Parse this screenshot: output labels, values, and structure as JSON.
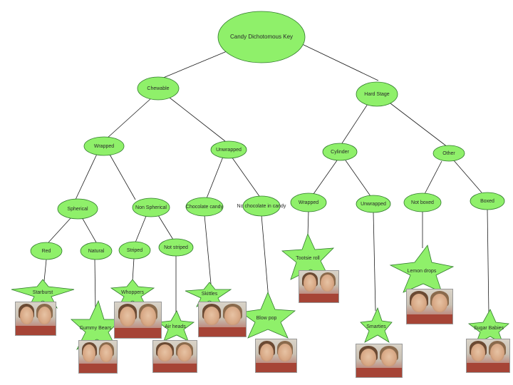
{
  "diagram": {
    "root": "Candy Dichotomous Key",
    "nodes": {
      "chewable": "Chewable",
      "hard_stage": "Hard Stage",
      "wrapped": "Wrapped",
      "unwrapped": "Unwrapped",
      "cylinder": "Cylinder",
      "other": "Other",
      "spherical": "Spherical",
      "non_spherical": "Non Spherical",
      "chocolate_candy": "Chocolate candy",
      "no_chocolate_candy": "No chocolate in candy",
      "wrapped2": "Wrapped",
      "unwrapped2": "Unwrapped",
      "not_boxed": "Not boxed",
      "boxed": "Boxed",
      "red": "Red",
      "natural": "Natural",
      "striped": "Striped",
      "not_striped": "Not striped"
    },
    "stars": {
      "starburst": "Starburst",
      "tootsie_roll": "Tootsie roll",
      "whoppers": "Whoppers",
      "skittles": "Skittles",
      "gummy_bears": "Gummy Bears",
      "lemon_drops": "Lemon drops",
      "blow_pop": "Blow pop",
      "air_heads": "Air heads",
      "smarties": "Smarties",
      "sugar_babies": "Sugar Babies"
    }
  }
}
